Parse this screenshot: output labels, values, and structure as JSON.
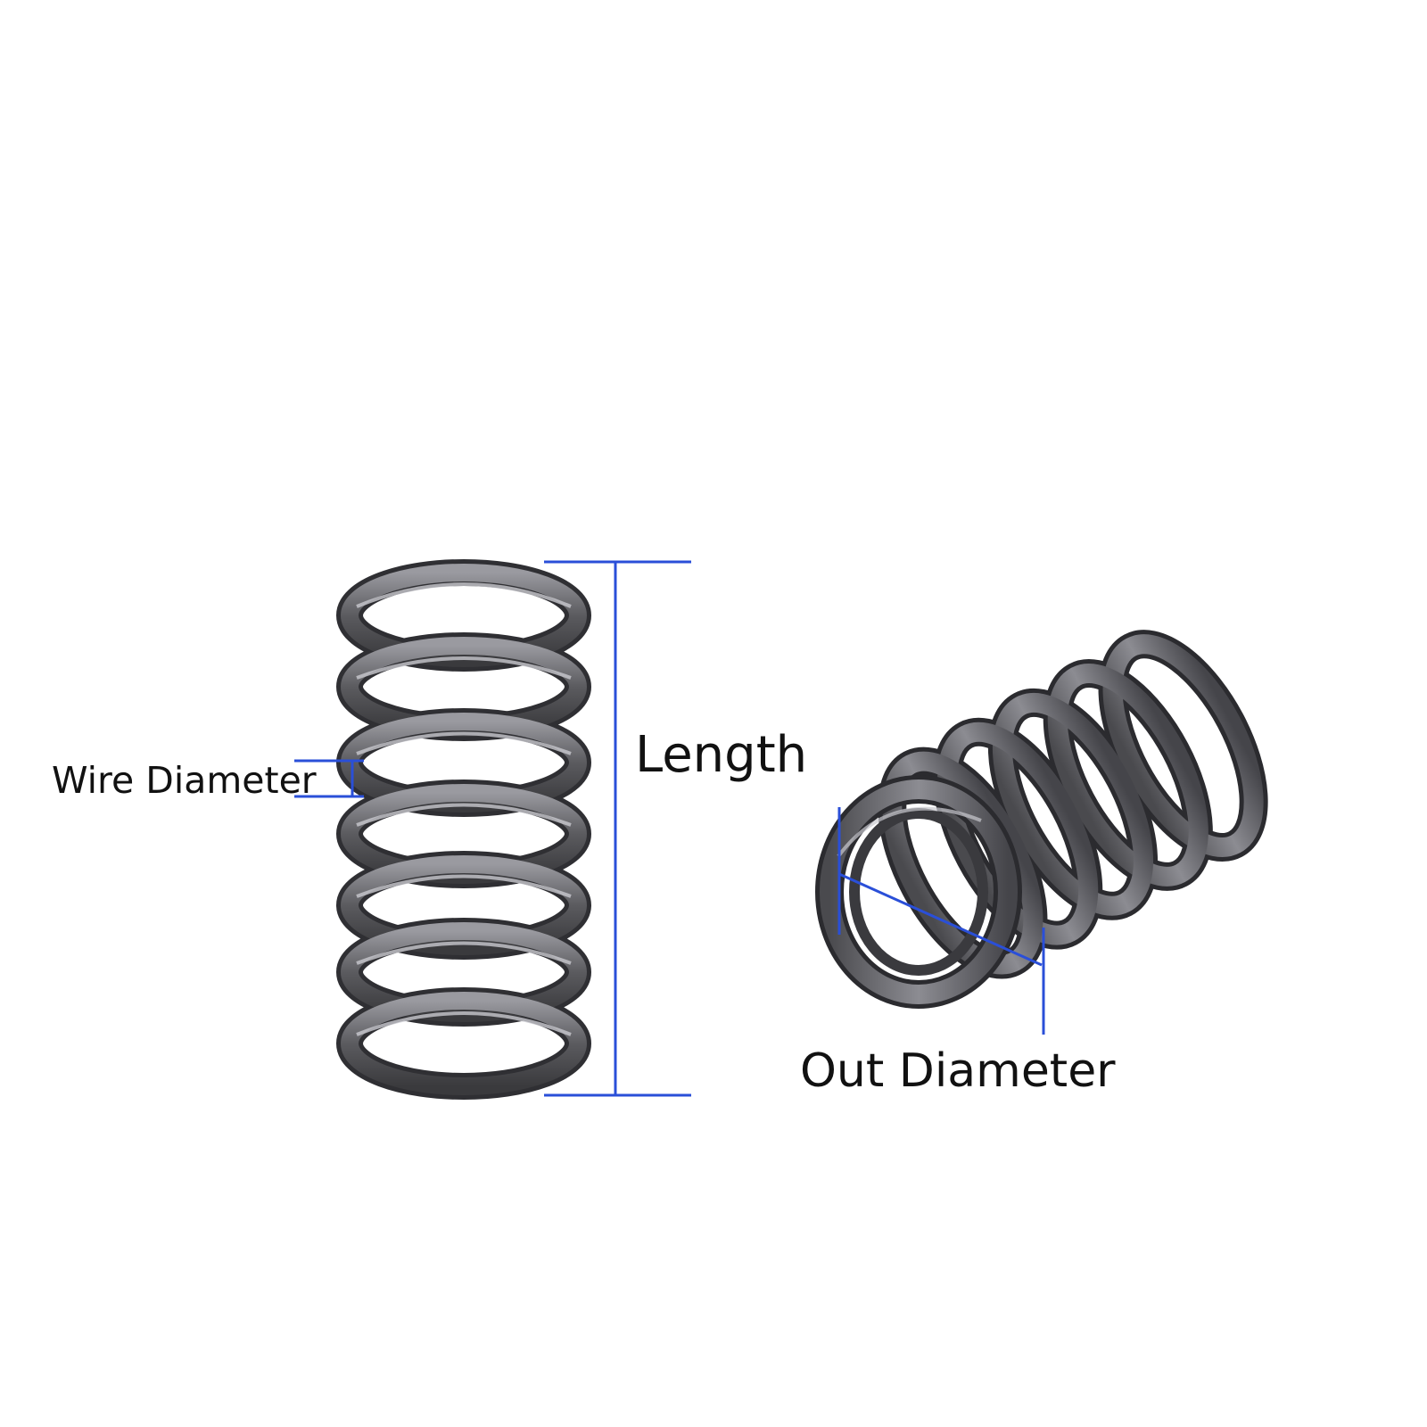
{
  "labels": {
    "length": "Length",
    "wire_diameter": "Wire Diameter",
    "out_diameter": "Out Diameter"
  },
  "colors": {
    "background": "#ffffff",
    "dimension_line": "#2a4fd8",
    "spring_steel": "#5b5b5e",
    "label_text": "#111111"
  },
  "illustrations": {
    "left": "vertical-compression-spring",
    "right": "tilted-compression-spring"
  }
}
